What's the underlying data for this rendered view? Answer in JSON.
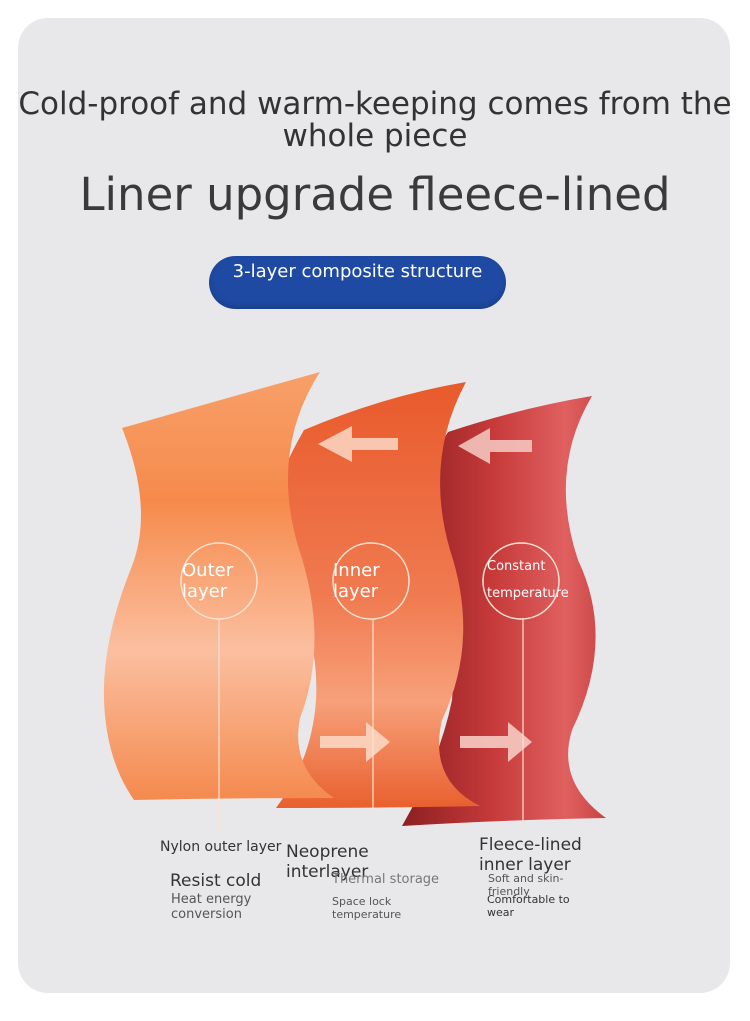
{
  "headline": "Cold-proof and warm-keeping comes from the whole piece",
  "title": "Liner upgrade fleece-lined",
  "badge": "3-layer composite structure",
  "layers": [
    {
      "circle_label": "Outer layer",
      "name": "Nylon outer layer",
      "features": [
        "Resist cold",
        "Heat energy conversion"
      ],
      "color": "#f7925a"
    },
    {
      "circle_label": "Inner layer",
      "name": "Neoprene interlayer",
      "features": [
        "Thermal storage",
        "Space lock temperature"
      ],
      "color": "#e8603a"
    },
    {
      "circle_label": "Constant temperature",
      "name": "Fleece-lined inner layer",
      "features": [
        "Soft and skin-friendly",
        "Comfortable to wear"
      ],
      "color": "#c73a3a"
    }
  ],
  "colors": {
    "badge": "#1f4aa3",
    "background": "#e8e8ea"
  },
  "icons": [
    "arrow-left-icon",
    "arrow-right-icon"
  ]
}
